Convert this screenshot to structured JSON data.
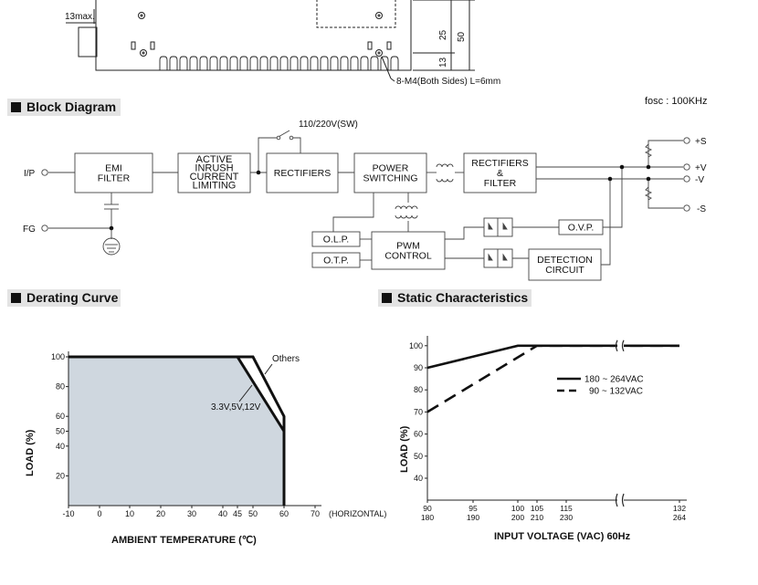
{
  "top_drawing": {
    "label_13max": "13max.",
    "dim_25": "25",
    "dim_50": "50",
    "dim_13": "13",
    "note_m4": "8-M4(Both Sides) L=6mm"
  },
  "block_diagram": {
    "title": "Block Diagram",
    "fosc": "fosc : 100KHz",
    "switch_label": "110/220V(SW)",
    "io": {
      "ip": "I/P",
      "fg": "FG",
      "plus_s": "+S",
      "plus_v": "+V",
      "minus_v": "-V",
      "minus_s": "-S"
    },
    "blocks": {
      "emi": [
        "EMI",
        "FILTER"
      ],
      "inrush": [
        "ACTIVE",
        "INRUSH",
        "CURRENT",
        "LIMITING"
      ],
      "rect1": [
        "RECTIFIERS"
      ],
      "power_sw": [
        "POWER",
        "SWITCHING"
      ],
      "rect2": [
        "RECTIFIERS",
        "&",
        "FILTER"
      ],
      "olp": [
        "O.L.P."
      ],
      "otp": [
        "O.T.P."
      ],
      "pwm": [
        "PWM",
        "CONTROL"
      ],
      "ovp": [
        "O.V.P."
      ],
      "detect": [
        "DETECTION",
        "CIRCUIT"
      ]
    }
  },
  "derating": {
    "title": "Derating Curve",
    "chart_data": {
      "type": "area",
      "xlabel": "AMBIENT TEMPERATURE (℃)",
      "ylabel": "LOAD (%)",
      "x_ticks": [
        "-10",
        "0",
        "10",
        "20",
        "30",
        "40",
        "45",
        "50",
        "60",
        "70"
      ],
      "x_extra_label": "(HORIZONTAL)",
      "y_ticks": [
        "100",
        "80",
        "60",
        "50",
        "40",
        "20"
      ],
      "xlim": [
        -10,
        70
      ],
      "ylim": [
        0,
        100
      ],
      "series": [
        {
          "name": "Others",
          "x": [
            -10,
            50,
            60,
            60
          ],
          "y": [
            100,
            100,
            60,
            0
          ]
        },
        {
          "name": "3.3V,5V,12V",
          "x": [
            -10,
            45,
            60,
            60
          ],
          "y": [
            100,
            100,
            50,
            0
          ]
        }
      ],
      "shaded_series": "3.3V,5V,12V"
    }
  },
  "static": {
    "title": "Static Characteristics",
    "chart_data": {
      "type": "line",
      "xlabel": "INPUT VOLTAGE (VAC) 60Hz",
      "ylabel": "LOAD (%)",
      "x_ticks": [
        [
          "90",
          "180"
        ],
        [
          "95",
          "190"
        ],
        [
          "100",
          "200"
        ],
        [
          "105",
          "210"
        ],
        [
          "115",
          "230"
        ],
        [
          "132",
          "264"
        ]
      ],
      "x_tick_values": [
        90,
        95,
        100,
        105,
        115,
        132
      ],
      "y_ticks": [
        "100",
        "90",
        "80",
        "70",
        "60",
        "50",
        "40"
      ],
      "xlim": [
        90,
        132
      ],
      "ylim": [
        40,
        100
      ],
      "axis_break": true,
      "series": [
        {
          "name": "180 ~ 264VAC",
          "style": "solid",
          "x": [
            90,
            100,
            132
          ],
          "y": [
            90,
            100,
            100
          ]
        },
        {
          "name": "90 ~ 132VAC",
          "style": "dashed",
          "x": [
            90,
            105,
            132
          ],
          "y": [
            70,
            100,
            100
          ]
        }
      ]
    }
  }
}
